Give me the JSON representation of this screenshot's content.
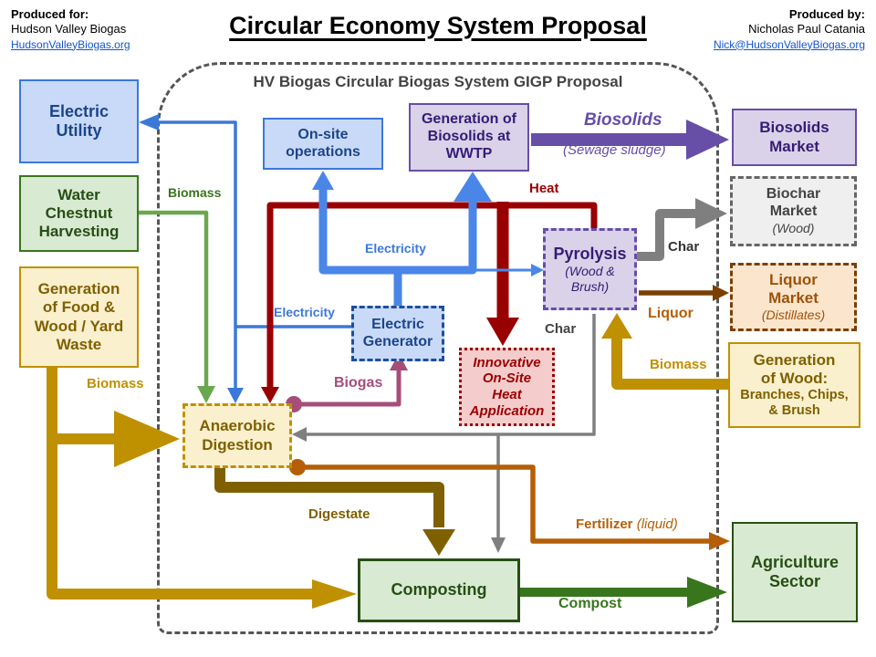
{
  "header": {
    "produced_for": {
      "heading": "Produced for:",
      "name": "Hudson Valley Biogas",
      "link": "HudsonValleyBiogas.org"
    },
    "title": "Circular Economy System Proposal",
    "produced_by": {
      "heading": "Produced by:",
      "name": "Nicholas Paul Catania",
      "link": "Nick@HudsonValleyBiogas.org"
    }
  },
  "boundary_label": "HV Biogas Circular Biogas System GIGP Proposal",
  "nodes": {
    "electric_utility": {
      "label": "Electric\nUtility"
    },
    "water_chestnut": {
      "label": "Water\nChestnut\nHarvesting"
    },
    "gen_food": {
      "label": "Generation\nof Food &\nWood / Yard\nWaste"
    },
    "onsite_ops": {
      "label": "On-site\noperations"
    },
    "wwtp": {
      "label": "Generation of\nBiosolids at\nWWTP"
    },
    "biosolids_market": {
      "label": "Biosolids\nMarket"
    },
    "biochar_market": {
      "title": "Biochar\nMarket",
      "subtitle": "(Wood)"
    },
    "liquor_market": {
      "title": "Liquor\nMarket",
      "subtitle": "(Distillates)"
    },
    "gen_wood": {
      "title": "Generation\nof Wood:",
      "subtitle": "Branches, Chips,\n& Brush"
    },
    "pyrolysis": {
      "title": "Pyrolysis",
      "subtitle": "(Wood &\nBrush)"
    },
    "electric_generator": {
      "label": "Electric\nGenerator"
    },
    "heat_app": {
      "label": "Innovative\nOn-Site\nHeat\nApplication"
    },
    "anaerobic": {
      "label": "Anaerobic\nDigestion"
    },
    "composting": {
      "label": "Composting"
    },
    "agriculture": {
      "label": "Agriculture\nSector"
    }
  },
  "edges": {
    "biomass_green": "Biomass",
    "biomass_food": "Biomass",
    "biomass_wood": "Biomass",
    "electricity_grid": "Electricity",
    "electricity_onsite": "Electricity",
    "heat": "Heat",
    "biosolids": "Biosolids",
    "biosolids_sub": "(Sewage sludge)",
    "char_market": "Char",
    "char_down": "Char",
    "liquor": "Liquor",
    "biogas": "Biogas",
    "digestate": "Digestate",
    "fertilizer": "Fertilizer",
    "fertilizer_sub": "(liquid)",
    "compost": "Compost"
  },
  "colors": {
    "electricity_blue": "#3c78d8",
    "electricity_thick_blue": "#4a86e8",
    "biomass_green": "#6aa84f",
    "biomass_gold": "#bf9000",
    "heat_red": "#990000",
    "biogas_magenta": "#a64d79",
    "char_gray": "#7f7f7f",
    "liquor_brown": "#7b3f04",
    "biosolids_purple": "#674ea7",
    "digestate_olive": "#7f6000",
    "fertilizer_orange": "#b45f06",
    "compost_green": "#38761d",
    "link_blue": "#1155cc"
  }
}
